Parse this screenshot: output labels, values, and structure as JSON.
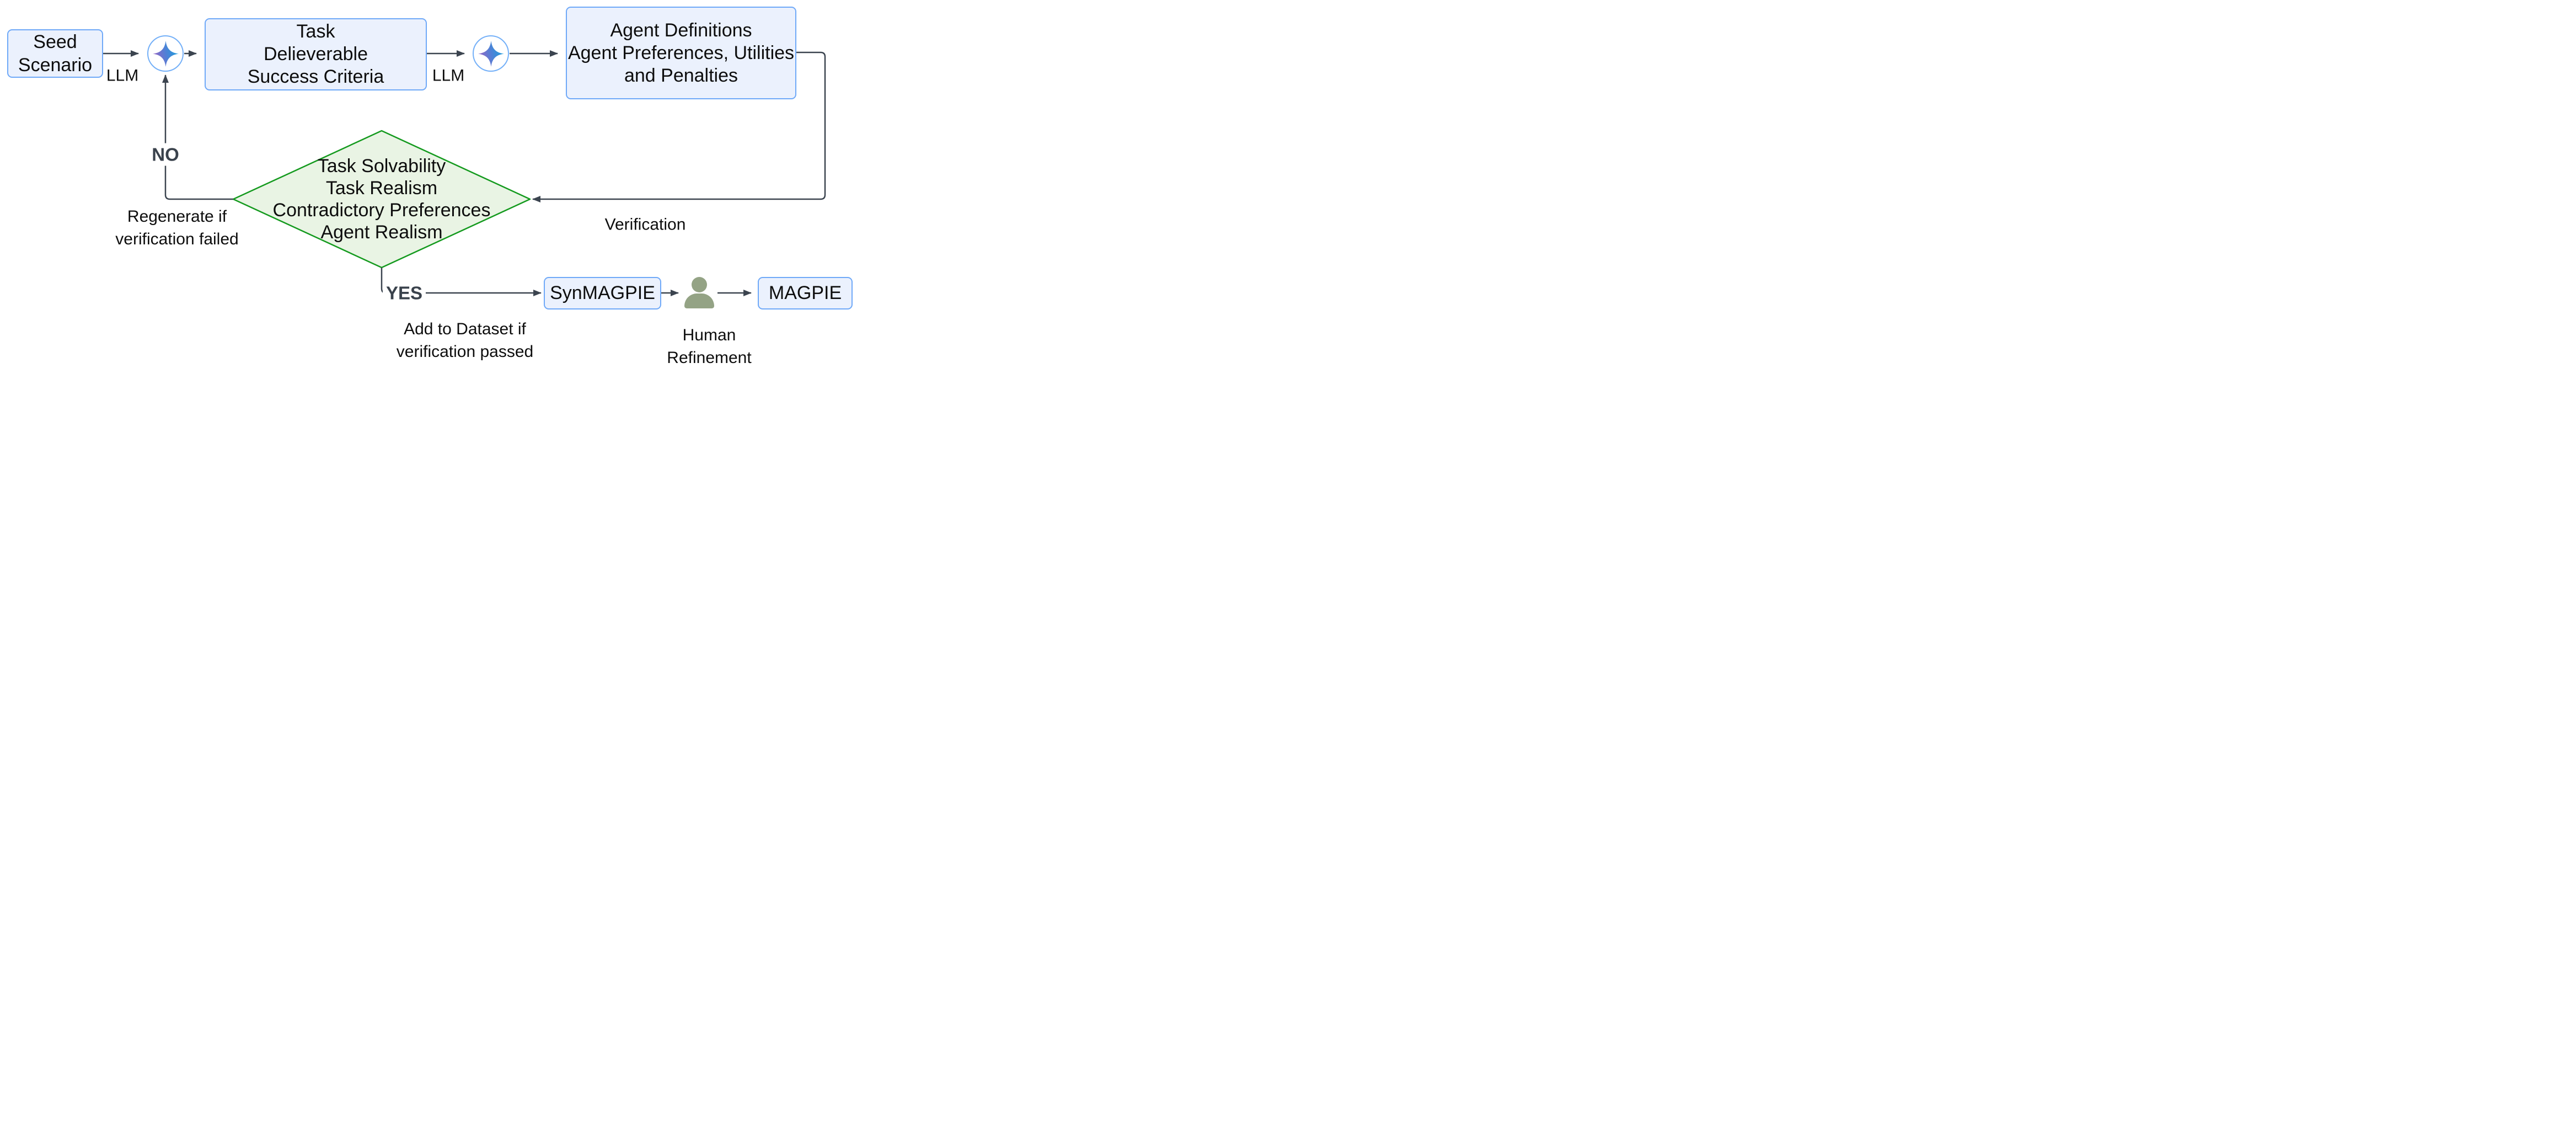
{
  "diagram": {
    "title": "Dataset generation and verification flowchart",
    "nodes": {
      "seed": {
        "lines": [
          "Seed",
          "Scenario"
        ]
      },
      "task": {
        "lines": [
          "Task",
          "Delieverable",
          "Success Criteria"
        ]
      },
      "agent": {
        "lines": [
          "Agent Definitions",
          "Agent Preferences, Utilities",
          "and Penalties"
        ]
      },
      "decision": {
        "lines": [
          "Task Solvability",
          "Task Realism",
          "Contradictory Preferences",
          "Agent Realism"
        ]
      },
      "synmagpie": {
        "label": "SynMAGPIE"
      },
      "magpie": {
        "label": "MAGPIE"
      }
    },
    "labels": {
      "llm1": "LLM",
      "llm2": "LLM",
      "no": "NO",
      "yes": "YES",
      "verification": "Verification",
      "regenerate": {
        "line1": "Regenerate if",
        "line2": "verification failed"
      },
      "add_to_dataset": {
        "line1": "Add to Dataset if",
        "line2": "verification passed"
      },
      "human": {
        "line1": "Human",
        "line2": "Refinement"
      }
    },
    "icons": {
      "sparkle1": "llm-sparkle-icon",
      "sparkle2": "llm-sparkle-icon",
      "person": "human-person-icon"
    },
    "colors": {
      "node_fill": "#ebf1fd",
      "node_border": "#6fa9f8",
      "diamond_fill": "#e9f4e4",
      "diamond_border": "#149a1e",
      "connector": "#3b444f",
      "person_icon": "#94a385",
      "sparkle_gradient": [
        "#9a63c2",
        "#5180d6",
        "#1ba0dc"
      ],
      "text": "#0d0d0d"
    }
  }
}
